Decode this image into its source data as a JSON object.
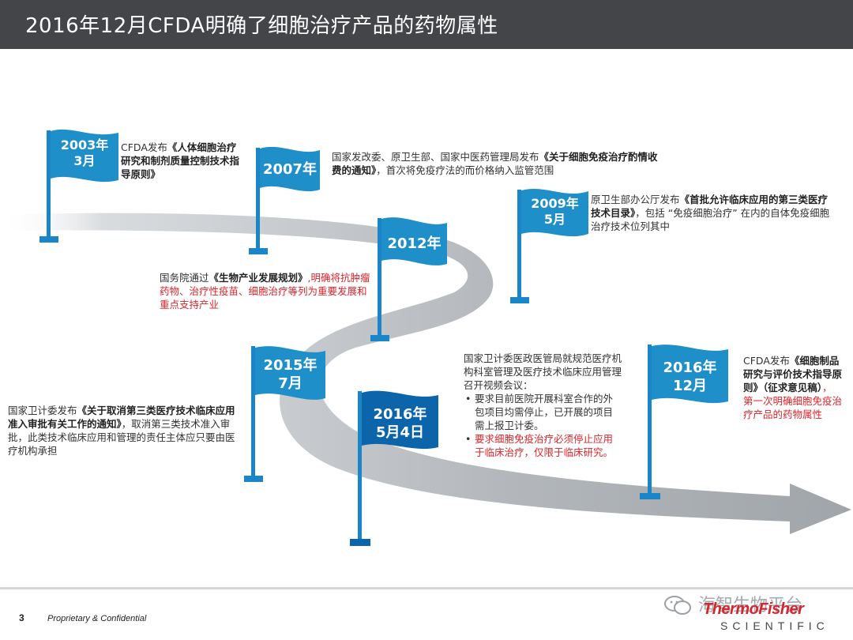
{
  "header": {
    "title": "2016年12月CFDA明确了细胞治疗产品的药物属性"
  },
  "colors": {
    "flag": "#1e8fc9",
    "flag_dark": "#0c64ab",
    "road": "#b5b9bd",
    "pole": "#1a86c7",
    "red": "#d9252b"
  },
  "events": [
    {
      "flag_lines": [
        "2003年",
        "3月"
      ],
      "desc": [
        {
          "t": "CFDA发布"
        },
        {
          "t": "《人体细胞治疗研究和制剂质量控制技术指导原则》",
          "b": true
        }
      ]
    },
    {
      "flag_lines": [
        "2007年"
      ],
      "desc": [
        {
          "t": "国家发改委、原卫生部、国家中医药管理局发布"
        },
        {
          "t": "《关于细胞免疫治疗酌情收费的通知》",
          "b": true
        },
        {
          "t": "，首次将免疫疗法的而价格纳入监管范围"
        }
      ]
    },
    {
      "flag_lines": [
        "2009年",
        "5月"
      ],
      "desc": [
        {
          "t": "原卫生部办公厅发布"
        },
        {
          "t": "《首批允许临床应用的第三类医疗技术目录》",
          "b": true
        },
        {
          "t": "，包括 “免疫细胞治疗” 在内的自体免疫细胞治疗技术位列其中"
        }
      ]
    },
    {
      "flag_lines": [
        "2012年"
      ],
      "desc": [
        {
          "t": "国务院通过"
        },
        {
          "t": "《生物产业发展规划》",
          "b": true
        },
        {
          "t": ",明确将抗肿瘤药物、治疗性疫苗、细胞治疗等列为重要发展和重点支持产业",
          "red": true
        }
      ]
    },
    {
      "flag_lines": [
        "2015年",
        "7月"
      ],
      "desc": [
        {
          "t": "国家卫计委发布"
        },
        {
          "t": "《关于取消第三类医疗技术临床应用准入审批有关工作的通知》",
          "b": true
        },
        {
          "t": "，取消第三类技术准入审批，此类技术临床应用和管理的责任主体应只要由医疗机构承担"
        }
      ]
    },
    {
      "flag_lines": [
        "2016年",
        "5月4日"
      ],
      "desc_intro": "国家卫计委医政医管局就规范医疗机构科室管理及医疗技术临床应用管理召开视频会议：",
      "bullets": [
        {
          "t": "要求目前医院开展科室合作的外包项目均需停止，已开展的项目需上报卫计委。"
        },
        {
          "t": "要求细胞免疫治疗必须停止应用于临床治疗，仅限于临床研究。",
          "red": true
        }
      ]
    },
    {
      "flag_lines": [
        "2016年",
        "12月"
      ],
      "desc": [
        {
          "t": "CFDA发布"
        },
        {
          "t": "《细胞制品研究与评价技术指导原则》（征求意见稿）",
          "b": true
        },
        {
          "t": "，第一次明确细胞免疫治疗产品的药物属性",
          "red": true
        }
      ]
    }
  ],
  "footer": {
    "page_number": "3",
    "confidential": "Proprietary & Confidential",
    "watermark": "海智生物平台",
    "brand": "ThermoFisher",
    "brand_sub": "SCIENTIFIC"
  }
}
